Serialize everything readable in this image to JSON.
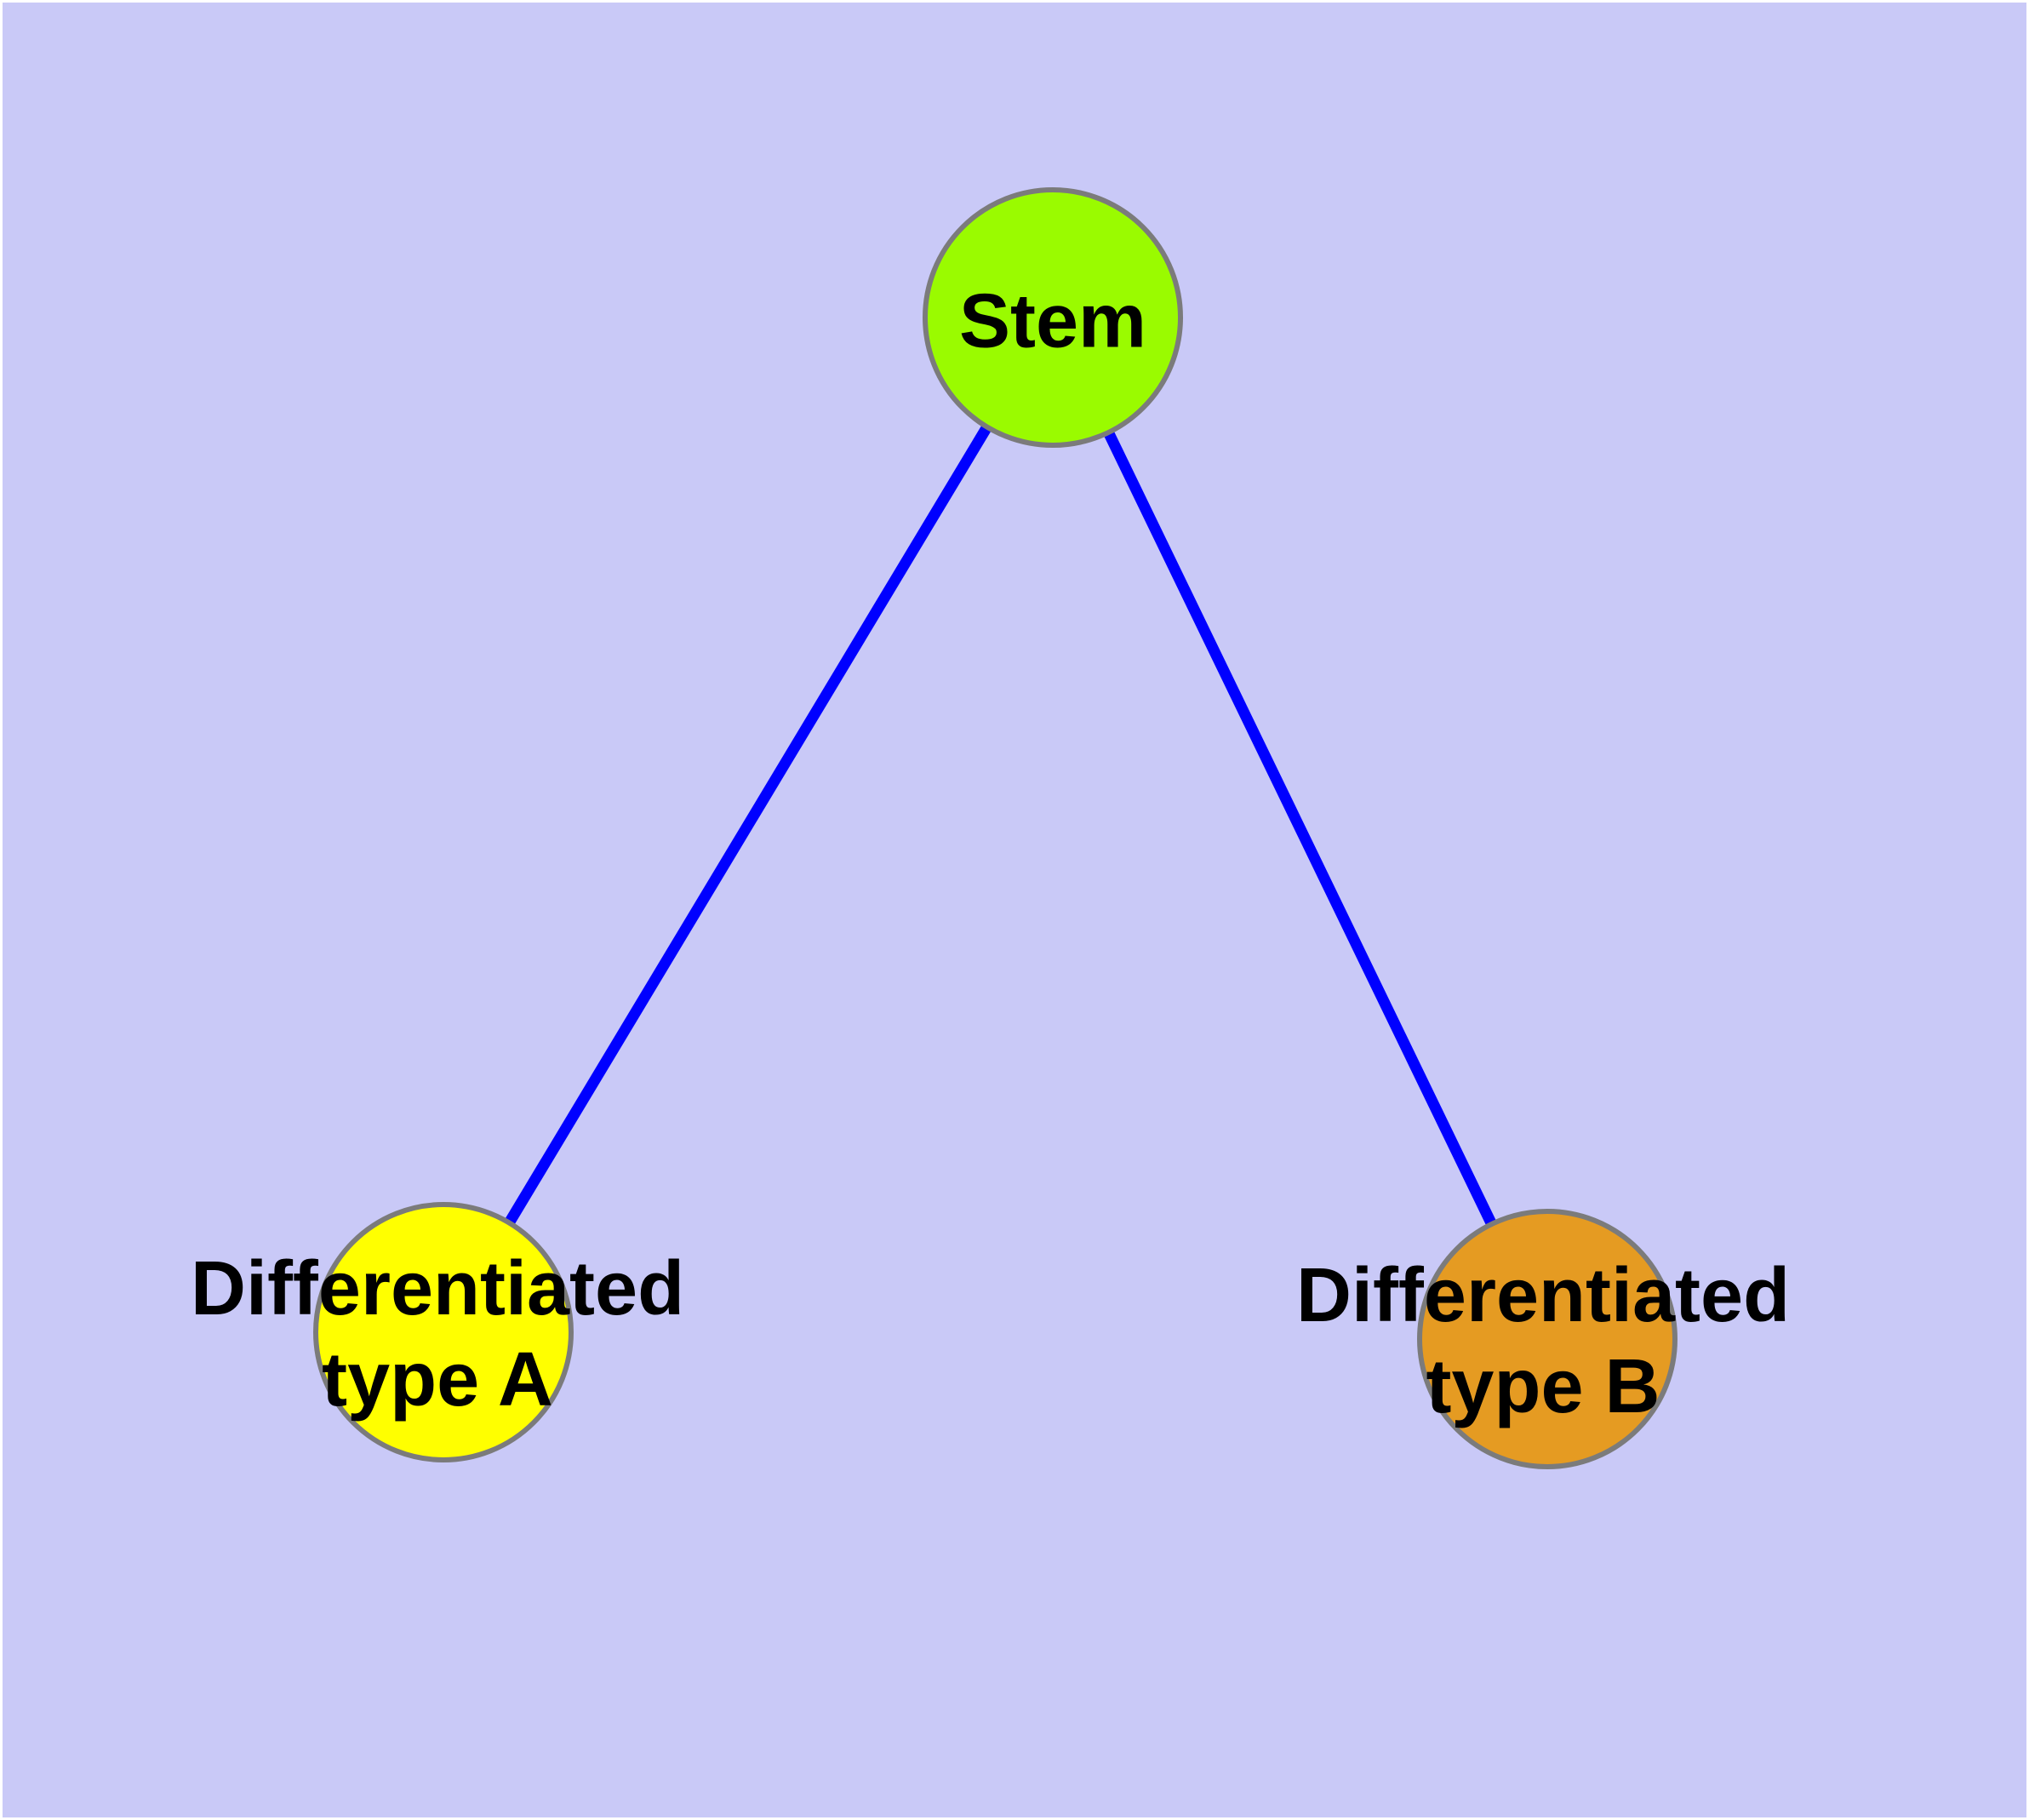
{
  "diagram": {
    "title": "",
    "background_color": "#C9C9F7",
    "frame_color": "#FFFFFF",
    "edge_color": "#0000FF",
    "node_border_color": "#7B7B7B",
    "label_color": "#000000",
    "nodes": {
      "stem": {
        "label": "Stem",
        "color": "#9AFB00"
      },
      "type_a": {
        "label_line1": "Differentiated",
        "label_line2": "type A",
        "color": "#FFFF00"
      },
      "type_b": {
        "label_line1": "Differentiated",
        "label_line2": "type B",
        "color": "#E59B22"
      }
    },
    "edges": [
      {
        "from": "Stem",
        "to": "Differentiated type A"
      },
      {
        "from": "Stem",
        "to": "Differentiated type B"
      }
    ]
  }
}
